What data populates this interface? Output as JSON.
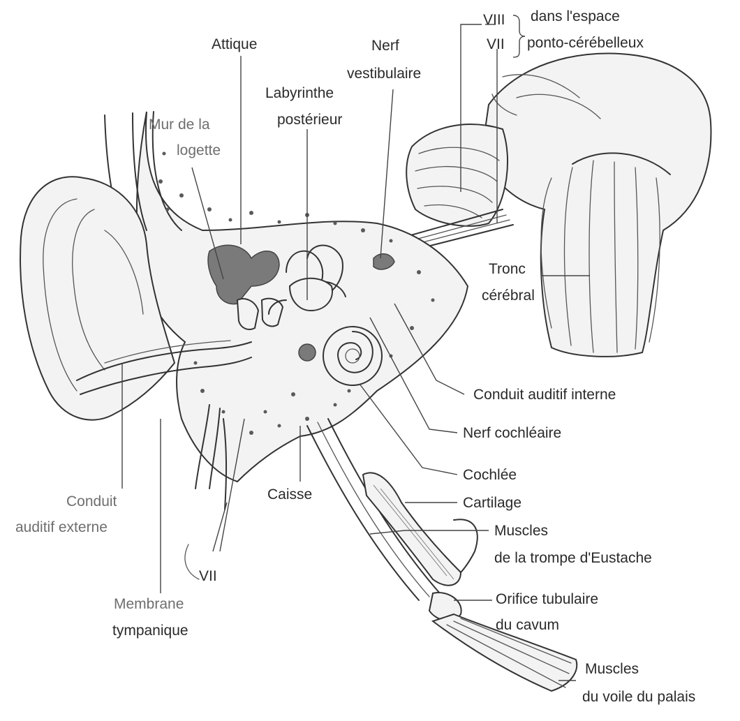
{
  "labels": {
    "viii": "VIII",
    "vii_top": "VII",
    "espace_1": "dans l'espace",
    "espace_2": "ponto-cérébelleux",
    "attique": "Attique",
    "nerf_vest_1": "Nerf",
    "nerf_vest_2": "vestibulaire",
    "labyrinthe_1": "Labyrinthe",
    "labyrinthe_2": "postérieur",
    "mur_1": "Mur de la",
    "mur_2": "logette",
    "tronc_1": "Tronc",
    "tronc_2": "cérébral",
    "conduit_interne": "Conduit auditif interne",
    "nerf_cochleaire": "Nerf cochléaire",
    "cochlee": "Cochlée",
    "cartilage": "Cartilage",
    "muscles_trompe_1": "Muscles",
    "muscles_trompe_2": "de la trompe d'Eustache",
    "orifice_1": "Orifice tubulaire",
    "orifice_2": "du cavum",
    "muscles_voile_1": "Muscles",
    "muscles_voile_2": "du voile du palais",
    "conduit_ext_1": "Conduit",
    "conduit_ext_2": "auditif externe",
    "caisse": "Caisse",
    "vii_bottom": "VII",
    "membrane_1": "Membrane",
    "membrane_2": "tympanique"
  }
}
